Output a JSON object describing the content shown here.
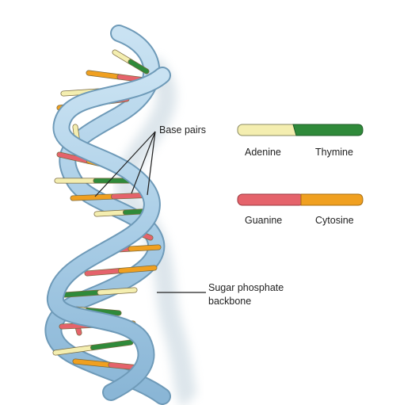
{
  "labels": {
    "base_pairs": "Base pairs",
    "backbone_line1": "Sugar phosphate",
    "backbone_line2": "backbone"
  },
  "legend": [
    {
      "left": "Adenine",
      "right": "Thymine",
      "left_color": "#f4eeb0",
      "right_color": "#2f8a3a"
    },
    {
      "left": "Guanine",
      "right": "Cytosine",
      "left_color": "#e5636b",
      "right_color": "#f0a020"
    }
  ],
  "colors": {
    "backbone": "#a9cde6",
    "backbone_edge": "#6e9ab8",
    "adenine": "#f4eeb0",
    "thymine": "#2f8a3a",
    "guanine": "#e5636b",
    "cytosine": "#f0a020"
  }
}
